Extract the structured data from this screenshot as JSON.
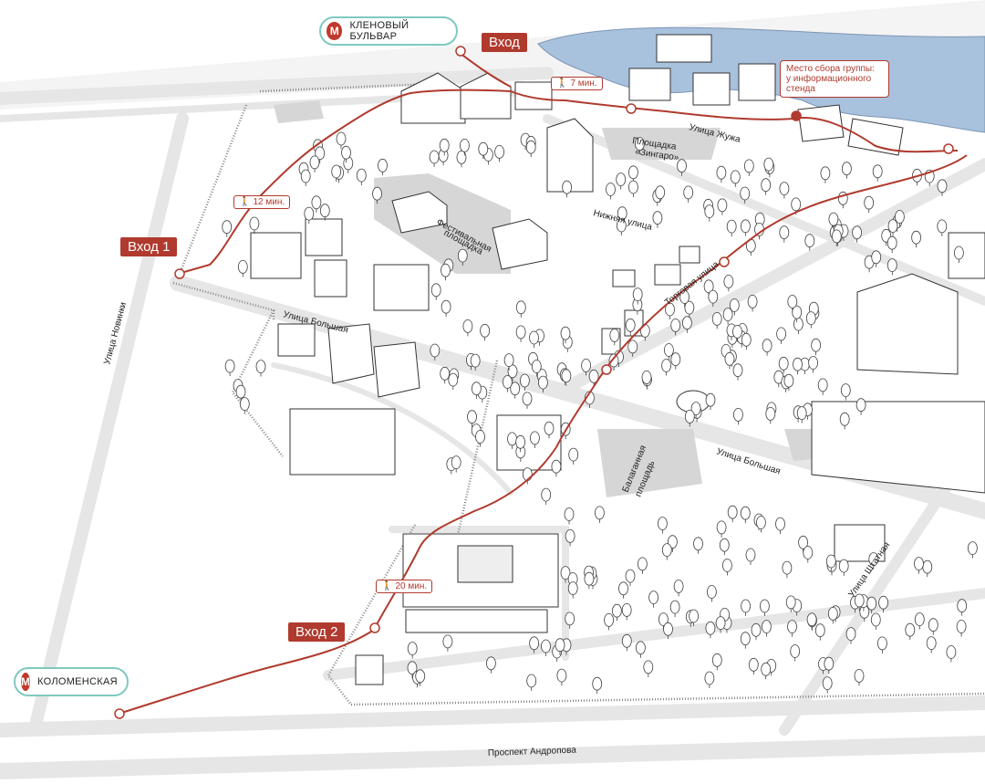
{
  "metro": {
    "klenovy": "КЛЕНОВЫЙ БУЛЬВАР",
    "kolomenskaya": "КОЛОМЕНСКАЯ",
    "icon_letter": "M"
  },
  "entries": {
    "main": "Вход",
    "entry1": "Вход 1",
    "entry2": "Вход 2"
  },
  "walk_times": {
    "t7": "7 мин.",
    "t12": "12 мин.",
    "t20": "20 мин."
  },
  "meeting_point": {
    "line1": "Место сбора группы:",
    "line2": "у информационного",
    "line3": "стенда"
  },
  "streets": {
    "novinki": "Улица Новинки",
    "bolshaya_left": "Улица Большая",
    "bolshaya_right": "Улица Большая",
    "nizhnyaya": "Нижняя улица",
    "torgovaya": "Торговая улица",
    "zhuzha": "Улица Жужа",
    "shtatnaya": "Улица Штатная",
    "andropova": "Проспект Андропова"
  },
  "places": {
    "zingaro_line1": "Площадка",
    "zingaro_line2": "«Зингаро»",
    "festival_line1": "Фестивальная",
    "festival_line2": "площадка",
    "balagan_line1": "Балаганная",
    "balagan_line2": "площадь"
  },
  "colors": {
    "route": "#b03a2e",
    "metro_border": "#7fc9bf",
    "water": "#a8c1dc",
    "road": "#e6e6e6",
    "plaza": "#d6d6d6"
  },
  "icons": {
    "metro": "metro-logo-icon",
    "walk": "walking-person-icon",
    "route_arrow": "route-arrow-icon",
    "tree": "tree-icon"
  }
}
